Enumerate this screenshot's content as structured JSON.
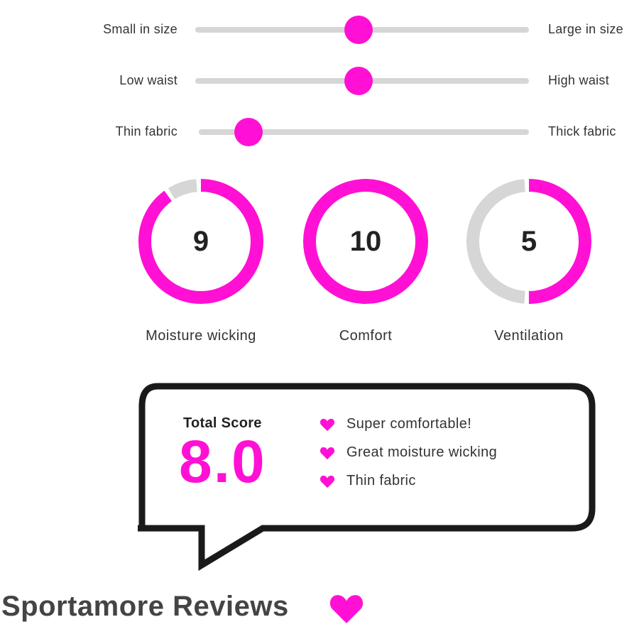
{
  "sliders": [
    {
      "left_label": "Small in size",
      "right_label": "Large in size",
      "position": 0.49
    },
    {
      "left_label": "Low waist",
      "right_label": "High waist",
      "position": 0.49
    },
    {
      "left_label": "Thin fabric",
      "right_label": "Thick fabric",
      "position": 0.15
    }
  ],
  "gauges": [
    {
      "value": "9",
      "score": 9,
      "max": 10,
      "label": "Moisture wicking"
    },
    {
      "value": "10",
      "score": 10,
      "max": 10,
      "label": "Comfort"
    },
    {
      "value": "5",
      "score": 5,
      "max": 10,
      "label": "Ventilation"
    }
  ],
  "summary": {
    "total_label": "Total Score",
    "total_value": "8.0",
    "pros": [
      "Super comfortable!",
      "Great moisture wicking",
      "Thin fabric"
    ]
  },
  "brand": {
    "name": "Sportamore Reviews"
  },
  "colors": {
    "accent": "#ff10d4",
    "track": "#d6d6d6",
    "text": "#333333",
    "box_border": "#1a1a1a"
  },
  "icons": {
    "bullet": "heart-icon",
    "brand": "heart-icon"
  }
}
